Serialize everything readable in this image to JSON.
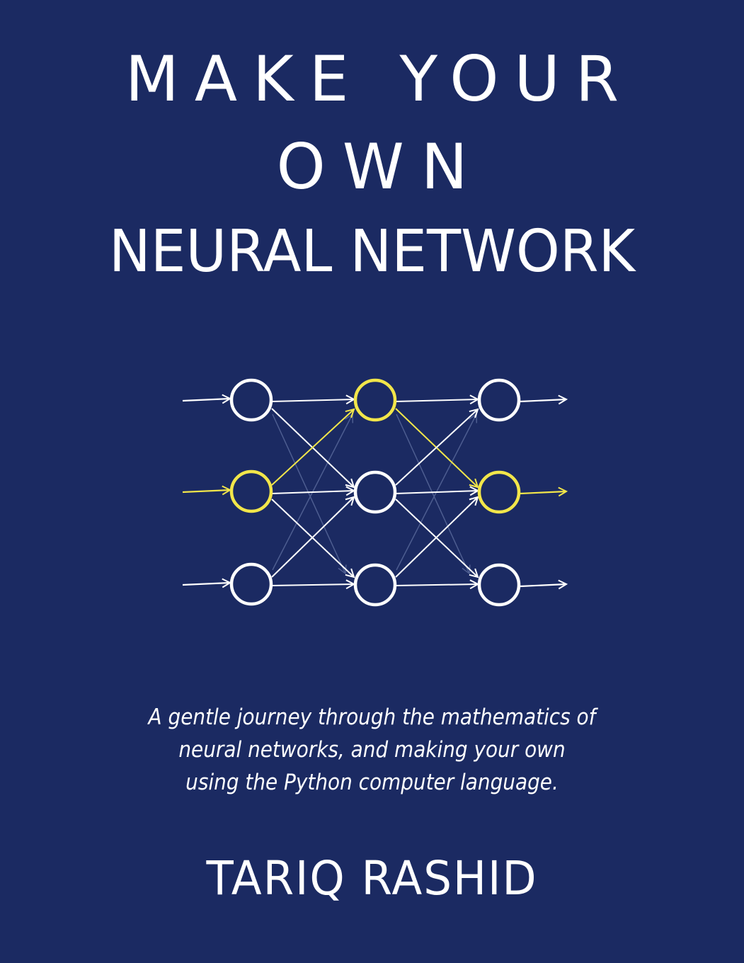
{
  "cover": {
    "title_lines": [
      "MAKE YOUR",
      "OWN",
      "NEURAL NETWORK"
    ],
    "subtitle_lines": [
      "A gentle journey through the mathematics of",
      "neural networks, and making your own",
      "using the Python computer language."
    ],
    "author": "TARIQ RASHID"
  },
  "colors": {
    "background": "#1b2a62",
    "text": "#ffffff",
    "node_default": "#ffffff",
    "node_highlight": "#f2e64a",
    "faint_link": "#5a6a9c"
  },
  "diagram": {
    "type": "feedforward-neural-network",
    "layers": [
      {
        "name": "input",
        "nodes": [
          {
            "highlight": false
          },
          {
            "highlight": true
          },
          {
            "highlight": false
          }
        ]
      },
      {
        "name": "hidden",
        "nodes": [
          {
            "highlight": true
          },
          {
            "highlight": false
          },
          {
            "highlight": false
          }
        ]
      },
      {
        "name": "output",
        "nodes": [
          {
            "highlight": false
          },
          {
            "highlight": true
          },
          {
            "highlight": false
          }
        ]
      }
    ],
    "highlighted_path": [
      "input-2",
      "hidden-1",
      "output-2"
    ]
  }
}
